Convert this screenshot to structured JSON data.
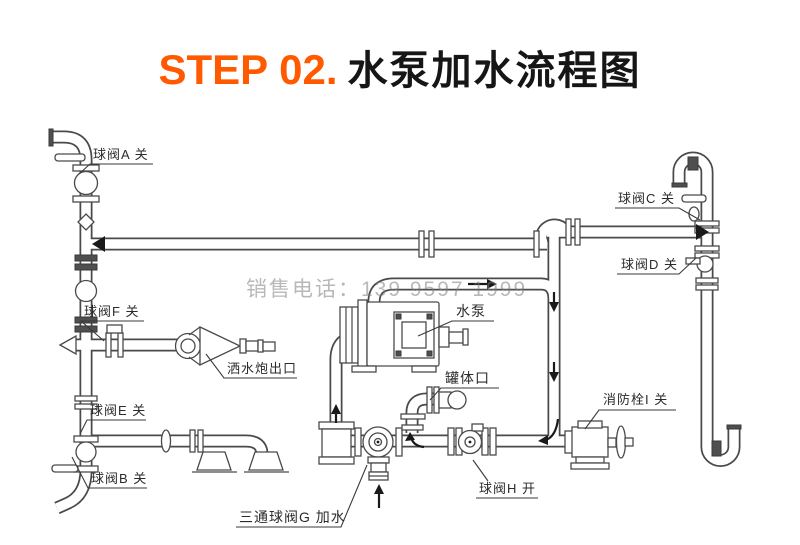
{
  "title": {
    "step": "STEP 02.",
    "name": "水泵加水流程图"
  },
  "watermark": "销售电话：139 9597 1999",
  "colors": {
    "accent_orange": "#ff5a00",
    "diagram_line": "#4a4a4a",
    "label_text": "#2b2b2b",
    "watermark_gray": "#8f8f8f",
    "background": "#ffffff"
  },
  "labels": {
    "valve_a": "球阀A 关",
    "valve_f": "球阀F 关",
    "valve_e": "球阀E 关",
    "valve_b": "球阀B 关",
    "valve_c": "球阀C 关",
    "valve_d": "球阀D 关",
    "three_way_valve_g": "三通球阀G 加水",
    "valve_h": "球阀H 开",
    "hydrant_i": "消防栓I 关",
    "pump": "水泵",
    "tank_port": "罐体口",
    "cannon_outlet": "洒水炮出口"
  }
}
